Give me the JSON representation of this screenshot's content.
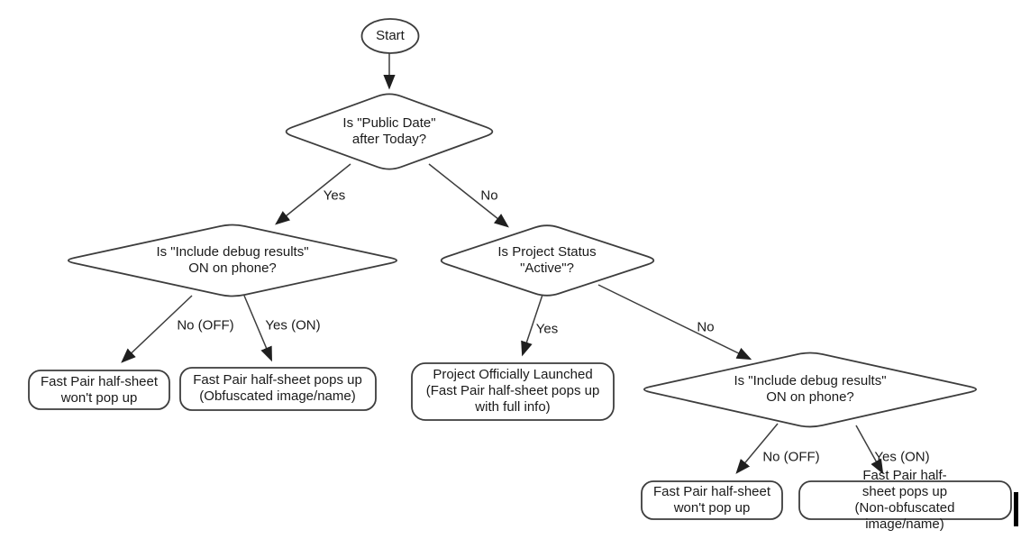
{
  "flowchart": {
    "nodes": {
      "start": {
        "label": "Start"
      },
      "public_date": {
        "label": "Is \"Public Date\"\nafter Today?"
      },
      "debug_left": {
        "label": "Is \"Include debug results\"\nON on phone?"
      },
      "project_status": {
        "label": "Is Project Status\n\"Active\"?"
      },
      "debug_right": {
        "label": "Is \"Include debug results\"\nON on phone?"
      },
      "wont_popup_left": {
        "label": "Fast Pair half-sheet\nwon't pop up"
      },
      "obfuscated": {
        "label": "Fast Pair half-sheet pops up\n(Obfuscated image/name)"
      },
      "launched": {
        "label": "Project Officially Launched\n(Fast Pair half-sheet pops up\nwith full info)"
      },
      "wont_popup_right": {
        "label": "Fast Pair half-sheet\nwon't pop up"
      },
      "non_obfuscated": {
        "label": "Fast Pair half-sheet pops up\n(Non-obfuscated image/name)"
      }
    },
    "edge_labels": {
      "public_date_yes": "Yes",
      "public_date_no": "No",
      "debug_left_no": "No (OFF)",
      "debug_left_yes": "Yes (ON)",
      "project_status_yes": "Yes",
      "project_status_no": "No",
      "debug_right_no": "No (OFF)",
      "debug_right_yes": "Yes (ON)"
    },
    "colors": {
      "stroke": "#3d3d3d",
      "fill": "#ffffff",
      "arrow": "#1f1f1f",
      "text": "#1a1a1a",
      "background": "#ffffff"
    }
  }
}
